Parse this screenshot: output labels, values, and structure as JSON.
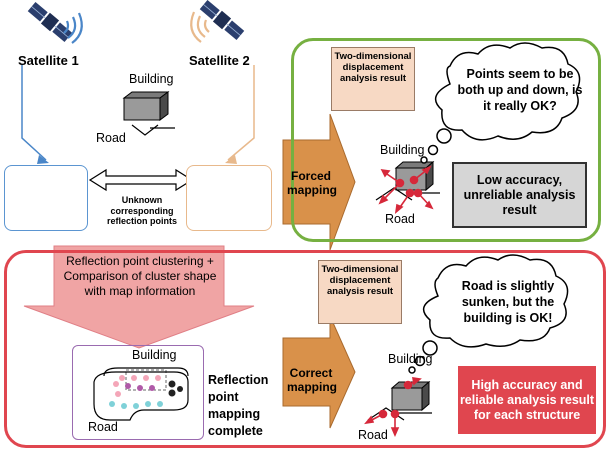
{
  "satellites": [
    {
      "label": "Satellite 1",
      "color": "#4a86c8"
    },
    {
      "label": "Satellite 2",
      "color": "#e8b98c"
    }
  ],
  "top_scene": {
    "building_label": "Building",
    "road_label": "Road"
  },
  "unknown_points_label": "Unknown corresponding reflection points",
  "forced": {
    "arrow_label": "Forced mapping",
    "result_box": "Two-dimensional displacement analysis result",
    "cloud_text": "Points seem to be both up and down, is it really OK?",
    "building_label": "Building",
    "road_label": "Road",
    "verdict": "Low accuracy, unreliable analysis result"
  },
  "clustering": {
    "text": "Reflection point clustering + Comparison of cluster shape with map information",
    "building_label": "Building",
    "road_label": "Road",
    "complete_label": "Reflection point mapping complete"
  },
  "correct": {
    "arrow_label": "Correct mapping",
    "result_box": "Two-dimensional displacement analysis result",
    "cloud_text": "Road is slightly sunken, but the building is OK!",
    "building_label": "Building",
    "road_label": "Road",
    "verdict": "High accuracy and reliable analysis result for each structure"
  },
  "colors": {
    "green": "#76b041",
    "red": "#e0464f",
    "orange": "#d9914a",
    "pink": "#f0a4a4"
  }
}
